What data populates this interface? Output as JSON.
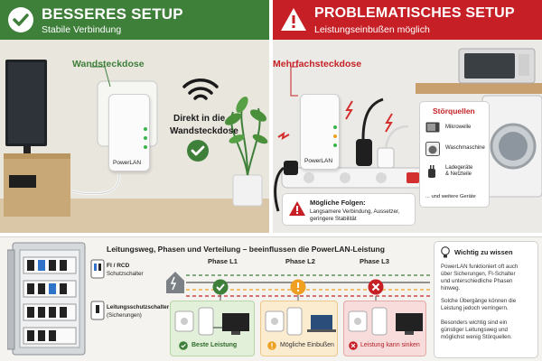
{
  "left": {
    "header_title": "BESSERES SETUP",
    "header_subtitle": "Stabile Verbindung",
    "wall_outlet_label": "Wandsteckdose",
    "device_label": "PowerLAN",
    "note_line1": "Direkt in die",
    "note_line2": "Wandsteckdose"
  },
  "right": {
    "header_title": "PROBLEMATISCHES SETUP",
    "header_subtitle": "Leistungseinbußen möglich",
    "strip_label": "Mehrfachsteckdose",
    "device_label": "PowerLAN",
    "sources_title": "Störquellen",
    "sources": [
      "Mikrowelle",
      "Waschmaschine",
      "Ladegeräte\n& Netzteile"
    ],
    "sources_more": "... und weitere Geräte",
    "consequences_title": "Mögliche Folgen:",
    "consequences_text1": "Langsamere Verbindung, Aussetzer,",
    "consequences_text2": "geringere Stabilität"
  },
  "bottom": {
    "title": "Leitungsweg, Phasen und Verteilung – beeinflussen die PowerLAN-Leistung",
    "fi_label1": "FI / RCD",
    "fi_label2": "Schutzschalter",
    "ls_label1": "Leitungsschutzschalter",
    "ls_label2": "(Sicherungen)",
    "phases": [
      "Phase L1",
      "Phase L2",
      "Phase L3"
    ],
    "results": [
      "Beste Leistung",
      "Mögliche Einbußen",
      "Leistung kann sinken"
    ]
  },
  "info": {
    "title": "Wichtig zu wissen",
    "p1_l1": "PowerLAN funktioniert oft auch",
    "p1_l2": "über Sicherungen, FI-Schalter",
    "p1_l3": "und unterschiedliche Phasen",
    "p1_l4": "hinweg.",
    "p2_l1": "Solche Übergänge können die",
    "p2_l2": "Leistung jedoch verringern.",
    "p3_l1": "Besonders wichtig sind ein",
    "p3_l2": "günstiger Leitungsweg und",
    "p3_l3": "möglichst wenig Störquellen."
  },
  "colors": {
    "green": "#3e7f3a",
    "red": "#c62026",
    "orange": "#f0a020"
  }
}
